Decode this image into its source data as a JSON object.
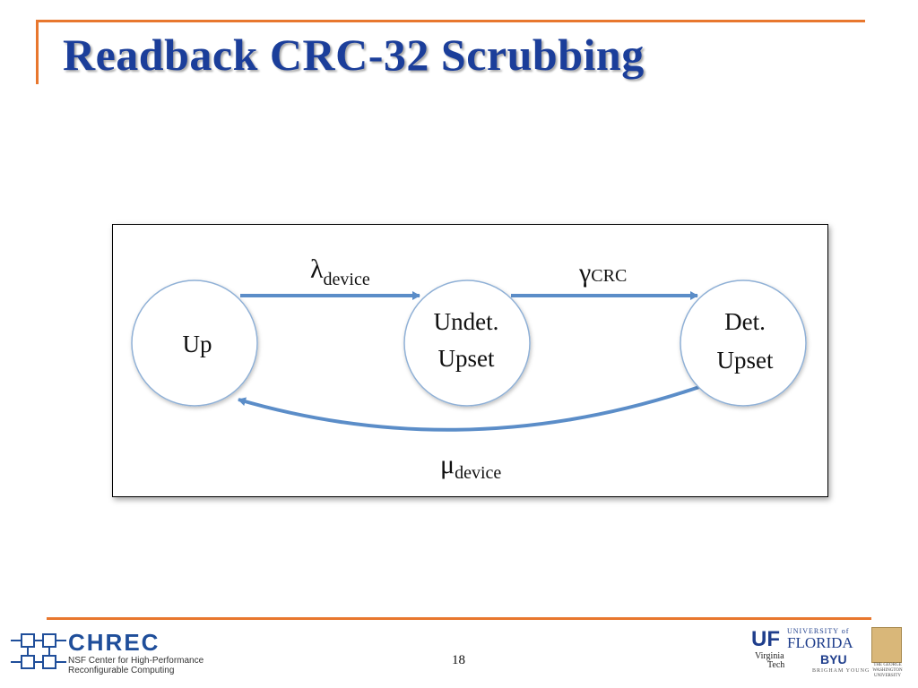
{
  "slide": {
    "title": "Readback CRC-32 Scrubbing",
    "page_number": "18"
  },
  "diagram": {
    "nodes": [
      {
        "id": "up",
        "lines": [
          "Up"
        ]
      },
      {
        "id": "undet-upset",
        "lines": [
          "Undet.",
          "Upset"
        ]
      },
      {
        "id": "det-upset",
        "lines": [
          "Det.",
          "Upset"
        ]
      }
    ],
    "edges": {
      "lambda": {
        "symbol": "λ",
        "subscript": "device"
      },
      "gamma": {
        "symbol": "γ",
        "subscript": "CRC"
      },
      "mu": {
        "symbol": "μ",
        "subscript": "device"
      }
    }
  },
  "footer": {
    "chrec": {
      "name": "CHREC",
      "line1": "NSF Center for High-Performance",
      "line2": "Reconfigurable Computing"
    },
    "partners": {
      "uf_mark": "UF",
      "uf_line1": "UNIVERSITY of",
      "uf_line2": "FLORIDA",
      "vt_line1": "Virginia",
      "vt_line2": "Tech",
      "byu_mark": "BYU",
      "byu_line": "BRIGHAM YOUNG",
      "gw_line1": "THE GEORGE",
      "gw_line2": "WASHINGTON",
      "gw_line3": "UNIVERSITY"
    }
  },
  "colors": {
    "title": "#1B3E9A",
    "accent_rule": "#E8772E",
    "node_stroke": "#8FB0D6",
    "arrow": "#5B8DC8"
  }
}
